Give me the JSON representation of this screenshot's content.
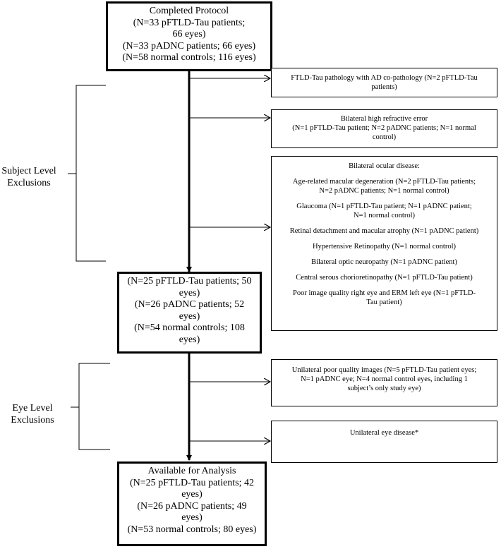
{
  "boxes": {
    "top": [
      "Completed Protocol",
      "(N=33 pFTLD-Tau patients;",
      "66 eyes)",
      "(N=33 pADNC patients; 66 eyes)",
      "(N=58 normal controls; 116 eyes)"
    ],
    "middle": [
      "(N=25 pFTLD-Tau patients; 50",
      "eyes)",
      "(N=26 pADNC  patients; 52",
      "eyes)",
      "(N=54 normal controls; 108",
      "eyes)"
    ],
    "bottom": [
      "Available for Analysis",
      "(N=25 pFTLD-Tau patients; 42",
      "eyes)",
      "(N=26 pADNC patients; 49",
      "eyes)",
      "(N=53 normal controls; 80 eyes)"
    ]
  },
  "exclusions": {
    "copathology": [
      "FTLD-Tau pathology with AD co-pathology (N=2 pFTLD-Tau",
      "patients)"
    ],
    "refractive": [
      "Bilateral high refractive error",
      "(N=1 pFTLD-Tau patient; N=2 pADNC patients; N=1 normal",
      "control)"
    ],
    "ocular": {
      "heading": "Bilateral ocular disease:",
      "items": [
        [
          "Age-related macular degeneration (N=2 pFTLD-Tau patients;",
          "N=2 pADNC patients; N=1 normal control)"
        ],
        [
          "Glaucoma (N=1 pFTLD-Tau patient; N=1 pADNC  patient;",
          "N=1 normal control)"
        ],
        [
          "Retinal detachment and macular atrophy (N=1 pADNC patient)"
        ],
        [
          "Hypertensive Retinopathy (N=1 normal control)"
        ],
        [
          "Bilateral optic neuropathy (N=1 pADNC patient)"
        ],
        [
          "Central serous chorioretinopathy (N=1 pFTLD-Tau patient)"
        ],
        [
          "Poor image quality right eye and ERM left eye (N=1 pFTLD-",
          "Tau patient)"
        ]
      ]
    },
    "unilateral_quality": [
      "Unilateral poor quality images (N=5 pFTLD-Tau patient eyes;",
      "N=1 pADNC eye; N=4 normal control eyes, including 1",
      "subject’s only study eye)"
    ],
    "unilateral_disease": [
      "Unilateral eye disease*"
    ]
  },
  "labels": {
    "subject_level": [
      "Subject Level",
      "Exclusions"
    ],
    "eye_level": [
      "Eye Level",
      "Exclusions"
    ]
  }
}
